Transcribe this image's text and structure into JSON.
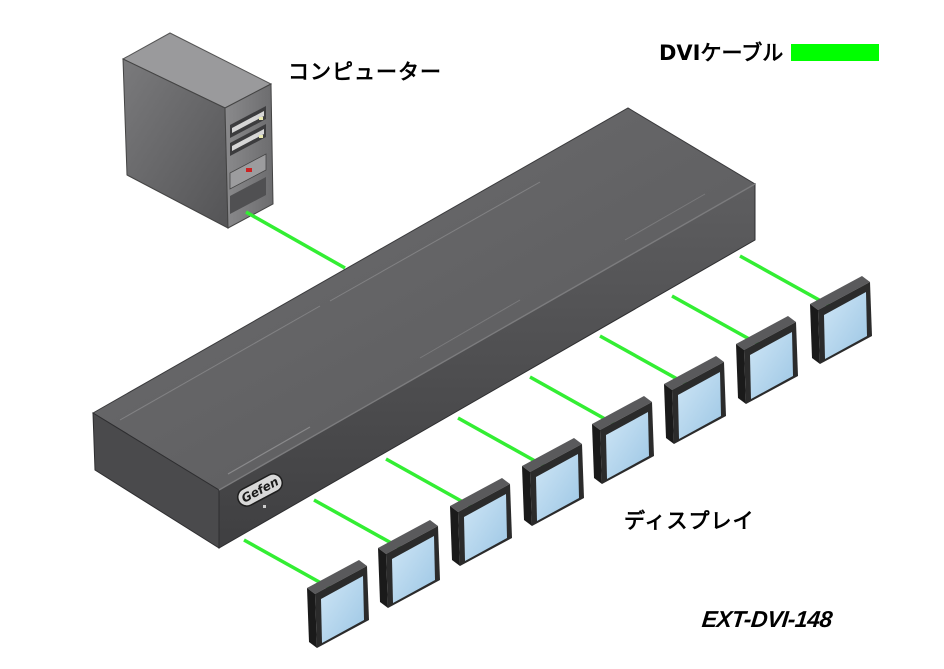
{
  "labels": {
    "computer": "コンピューター",
    "display": "ディスプレイ",
    "model": "EXT-DVI-148"
  },
  "legend": {
    "text": "DVIケーブル",
    "color": "#00ff00"
  },
  "device": {
    "brand": "Gefen",
    "output_count": 8
  },
  "colors": {
    "cable": "#33ee33",
    "monitor_screen": "#b9d9ef",
    "monitor_bezel": "#2b2b2b",
    "switch_body": "#59595b"
  },
  "icons": [
    "computer-tower-icon",
    "monitor-icon",
    "splitter-box-icon"
  ]
}
